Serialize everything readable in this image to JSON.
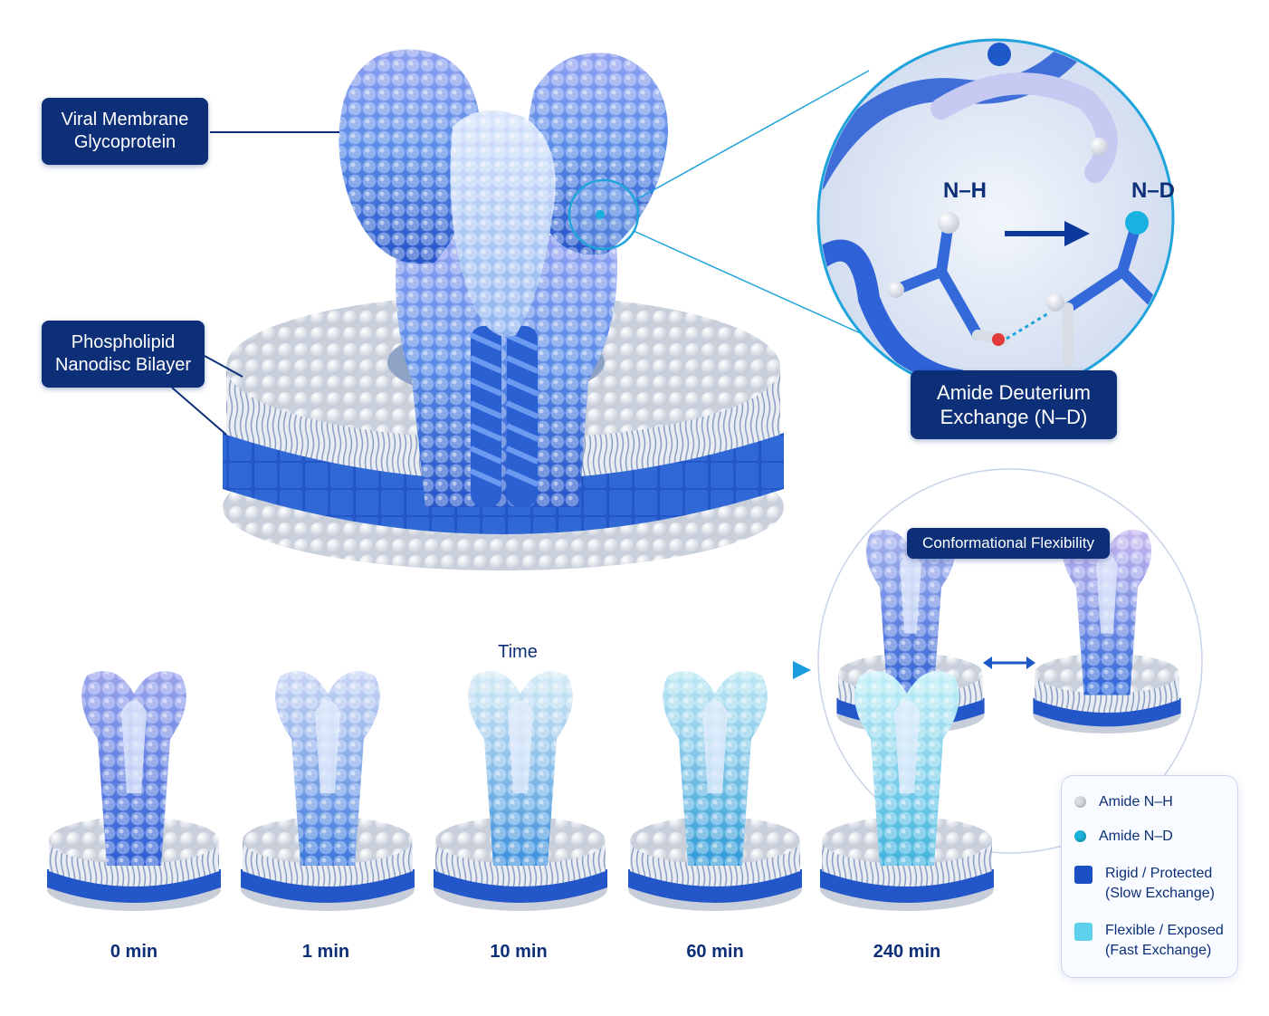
{
  "labels": {
    "glycoprotein": [
      "Viral Membrane",
      "Glycoprotein"
    ],
    "nanodisc": [
      "Phospholipid",
      "Nanodisc Bilayer"
    ],
    "exchange": [
      "Amide Deuterium",
      "Exchange (N–D)"
    ],
    "flexibility": "Conformational Flexibility"
  },
  "zoom": {
    "nh": "N–H",
    "nd": "N–D"
  },
  "timeline": {
    "axis_label": "Time",
    "points": [
      {
        "label": "0 min"
      },
      {
        "label": "1 min"
      },
      {
        "label": "10 min"
      },
      {
        "label": "60 min"
      },
      {
        "label": "240 min"
      }
    ]
  },
  "legend": {
    "items": [
      {
        "kind": "dot",
        "color": "#d9dde3",
        "label": "Amide N–H"
      },
      {
        "kind": "dot",
        "color": "#1ab4d8",
        "label": "Amide N–D"
      },
      {
        "kind": "square",
        "color": "#1b4fc4",
        "label": "Rigid / Protected",
        "sublabel": "(Slow Exchange)"
      },
      {
        "kind": "square",
        "color": "#5fd0ec",
        "label": "Flexible / Exposed",
        "sublabel": "(Fast Exchange)"
      }
    ]
  },
  "colors": {
    "navy": "#0c2f78",
    "protein_dark": "#2f62d6",
    "protein_light": "#9fc0f3",
    "lipid_head": "#dfe4ec",
    "nanodisc_belt": "#2356c8",
    "deuterium": "#1ab4d8"
  }
}
